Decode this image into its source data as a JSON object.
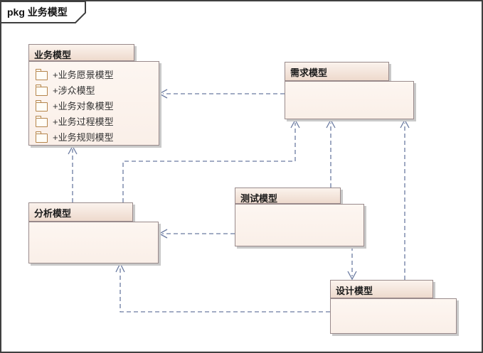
{
  "frame": {
    "label": "pkg 业务模型"
  },
  "packages": [
    {
      "id": "business",
      "title": "业务模型",
      "items": [
        "+业务愿景模型",
        "+涉众模型",
        "+业务对象模型",
        "+业务过程模型",
        "+业务规则模型"
      ]
    },
    {
      "id": "requirements",
      "title": "需求模型",
      "items": []
    },
    {
      "id": "test",
      "title": "测试模型",
      "items": []
    },
    {
      "id": "analysis",
      "title": "分析模型",
      "items": []
    },
    {
      "id": "design",
      "title": "设计模型",
      "items": []
    }
  ],
  "connections": [
    {
      "from": "需求模型",
      "to": "业务模型",
      "type": "dependency"
    },
    {
      "from": "分析模型",
      "to": "业务模型",
      "type": "dependency"
    },
    {
      "from": "分析模型",
      "to": "需求模型",
      "type": "dependency"
    },
    {
      "from": "测试模型",
      "to": "需求模型",
      "type": "dependency"
    },
    {
      "from": "设计模型",
      "to": "需求模型",
      "type": "dependency"
    },
    {
      "from": "测试模型",
      "to": "分析模型",
      "type": "dependency"
    },
    {
      "from": "测试模型",
      "to": "设计模型",
      "type": "dependency"
    },
    {
      "from": "设计模型",
      "to": "分析模型",
      "type": "dependency"
    }
  ],
  "colors": {
    "package_fill": "#fbf1ec",
    "tab_fill_top": "#fbf3ed",
    "tab_fill_bottom": "#eedacd",
    "package_border": "#998a8b",
    "connector": "#6b7ba1",
    "folder_icon": "#b5854b",
    "shadow": "#c9c9c9",
    "frame_border": "#3f3f3f"
  }
}
